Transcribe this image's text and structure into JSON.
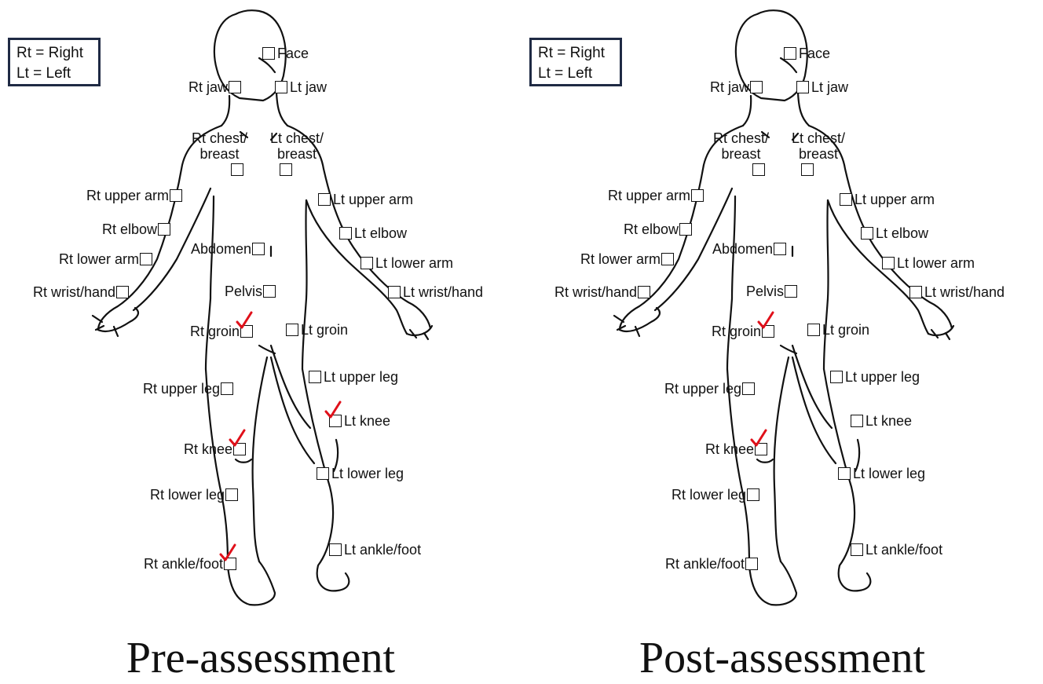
{
  "legend": {
    "line1": "Rt = Right",
    "line2": "Lt = Left"
  },
  "labels": {
    "face": "Face",
    "rt_jaw": "Rt jaw",
    "lt_jaw": "Lt jaw",
    "rt_chest_1": "Rt chest/",
    "rt_chest_2": "breast",
    "lt_chest_1": "Lt chest/",
    "lt_chest_2": "breast",
    "rt_upper_arm": "Rt upper arm",
    "lt_upper_arm": "Lt upper arm",
    "rt_elbow": "Rt elbow",
    "lt_elbow": "Lt elbow",
    "abdomen": "Abdomen",
    "rt_lower_arm": "Rt lower arm",
    "lt_lower_arm": "Lt lower arm",
    "pelvis": "Pelvis",
    "rt_wrist_hand": "Rt wrist/hand",
    "lt_wrist_hand": "Lt wrist/hand",
    "rt_groin": "Rt groin",
    "lt_groin": "Lt groin",
    "rt_upper_leg": "Rt upper leg",
    "lt_upper_leg": "Lt upper leg",
    "rt_knee": "Rt knee",
    "lt_knee": "Lt knee",
    "rt_lower_leg": "Rt lower leg",
    "lt_lower_leg": "Lt lower leg",
    "rt_ankle_foot": "Rt ankle/foot",
    "lt_ankle_foot": "Lt ankle/foot"
  },
  "panels": [
    {
      "caption": "Pre-assessment",
      "checked": [
        "rt_groin",
        "rt_knee",
        "lt_knee",
        "rt_ankle_foot"
      ]
    },
    {
      "caption": "Post-assessment",
      "checked": [
        "rt_groin",
        "rt_knee"
      ]
    }
  ],
  "colors": {
    "check": "#e0101a",
    "outline": "#111111",
    "legend_border": "#1f2a44"
  }
}
